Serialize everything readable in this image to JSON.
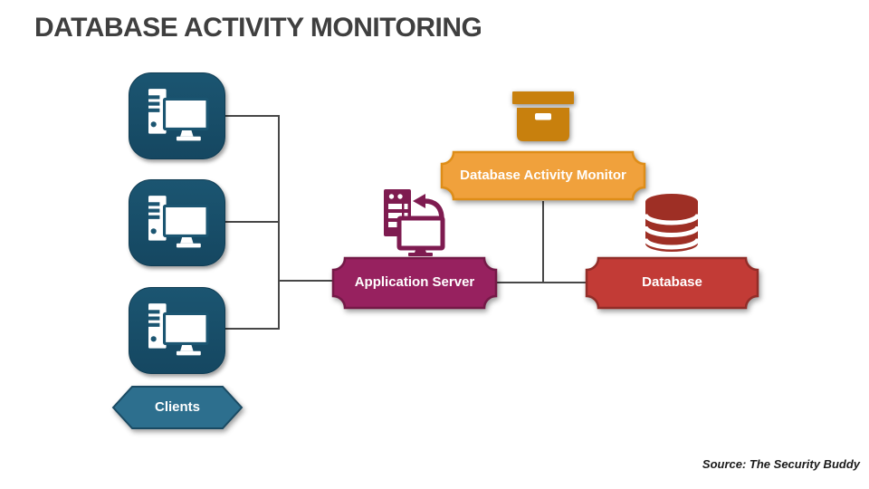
{
  "slide": {
    "title": "DATABASE ACTIVITY MONITORING",
    "source": "Source: The Security Buddy"
  },
  "diagram": {
    "nodes": [
      {
        "id": "clients",
        "label": "Clients",
        "shape": "hexagon"
      },
      {
        "id": "application_server",
        "label": "Application Server",
        "shape": "plaque"
      },
      {
        "id": "database_activity_monitor",
        "label": "Database Activity Monitor",
        "shape": "plaque"
      },
      {
        "id": "database",
        "label": "Database",
        "shape": "plaque"
      }
    ],
    "icons": [
      {
        "name": "client-computer-icon",
        "count": 3
      },
      {
        "name": "archive-box-icon",
        "count": 1
      },
      {
        "name": "server-sync-icon",
        "count": 1
      },
      {
        "name": "database-cylinder-icon",
        "count": 1
      }
    ],
    "edges": [
      {
        "from": "clients",
        "to": "application_server"
      },
      {
        "from": "application_server",
        "to": "database"
      },
      {
        "from": "database_activity_monitor",
        "to": "application_server-database-link"
      }
    ]
  },
  "colors": {
    "background": "#FFFFFF",
    "title_text": "#3F3F3F",
    "connector_line": "#474747",
    "teal_node": "#1B5571",
    "teal_node_dark": "#0F3C53",
    "teal_hexagon": "#2D6F8E",
    "teal_hexagon_border": "#1A4A63",
    "orange_fill": "#F0A13C",
    "orange_border": "#DE8D18",
    "orange_icon": "#C8800D",
    "magenta_fill": "#97215F",
    "magenta_border": "#741947",
    "magenta_icon": "#7E1B50",
    "red_fill": "#C23B36",
    "red_border": "#922D28",
    "red_icon": "#9E2F25",
    "label_text": "#FFFFFF",
    "source_text": "#1A1A1A"
  }
}
